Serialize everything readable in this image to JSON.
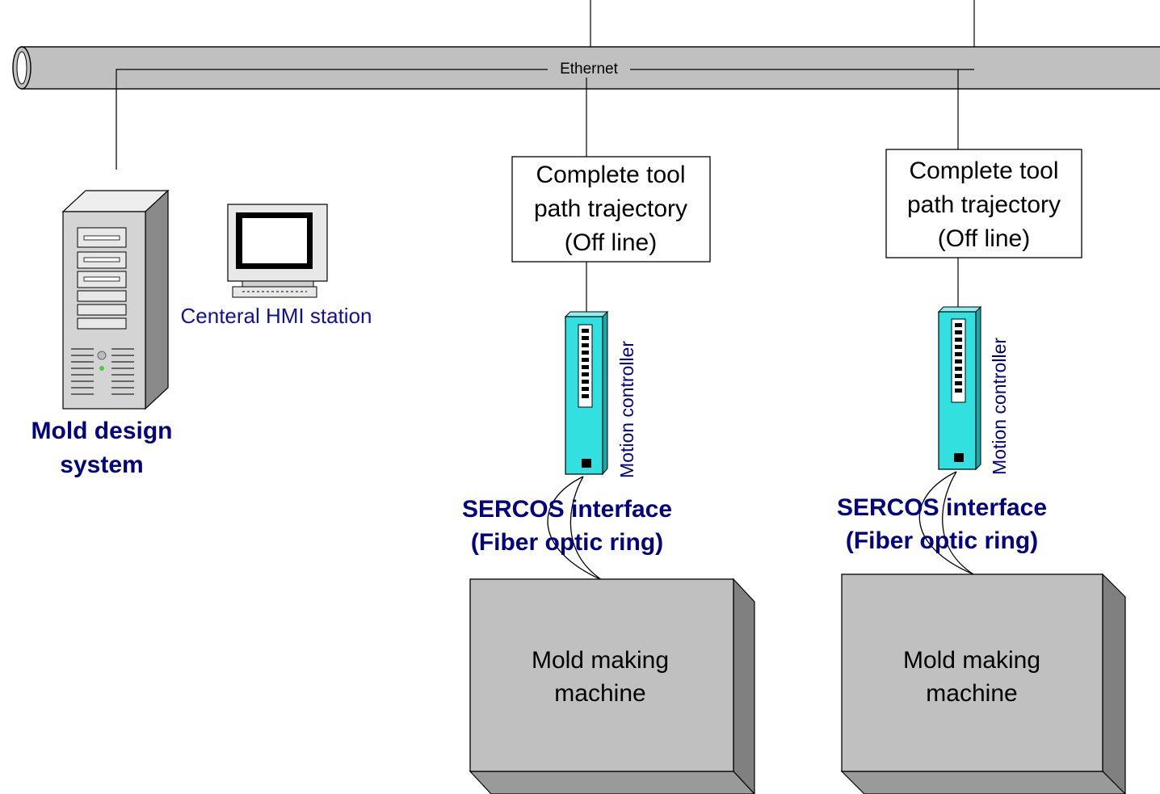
{
  "network": {
    "label": "Ethernet"
  },
  "server": {
    "label_line1": "Mold design",
    "label_line2": "system",
    "icon": "server-tower-icon"
  },
  "hmi": {
    "label": "Centeral HMI station",
    "icon": "computer-monitor-icon"
  },
  "cells": [
    {
      "trajectory": {
        "line1": "Complete tool",
        "line2": "path trajectory",
        "line3": "(Off line)"
      },
      "controller": {
        "label": "Motion  controller",
        "icon": "motion-controller-icon"
      },
      "interface": {
        "line1": "SERCOS interface",
        "line2": "(Fiber optic ring)"
      },
      "machine": {
        "line1": "Mold making",
        "line2": "machine"
      }
    },
    {
      "trajectory": {
        "line1": "Complete tool",
        "line2": "path trajectory",
        "line3": "(Off line)"
      },
      "controller": {
        "label": "Motion  controller",
        "icon": "motion-controller-icon"
      },
      "interface": {
        "line1": "SERCOS interface",
        "line2": "(Fiber optic ring)"
      },
      "machine": {
        "line1": "Mold making",
        "line2": "machine"
      }
    }
  ],
  "colors": {
    "cable": "#c0c0c0",
    "controller": "#33e0e0",
    "machine_front": "#c0c0c0",
    "machine_side": "#808080",
    "label_blue": "#000080",
    "hmi_blue": "#1010a0"
  }
}
